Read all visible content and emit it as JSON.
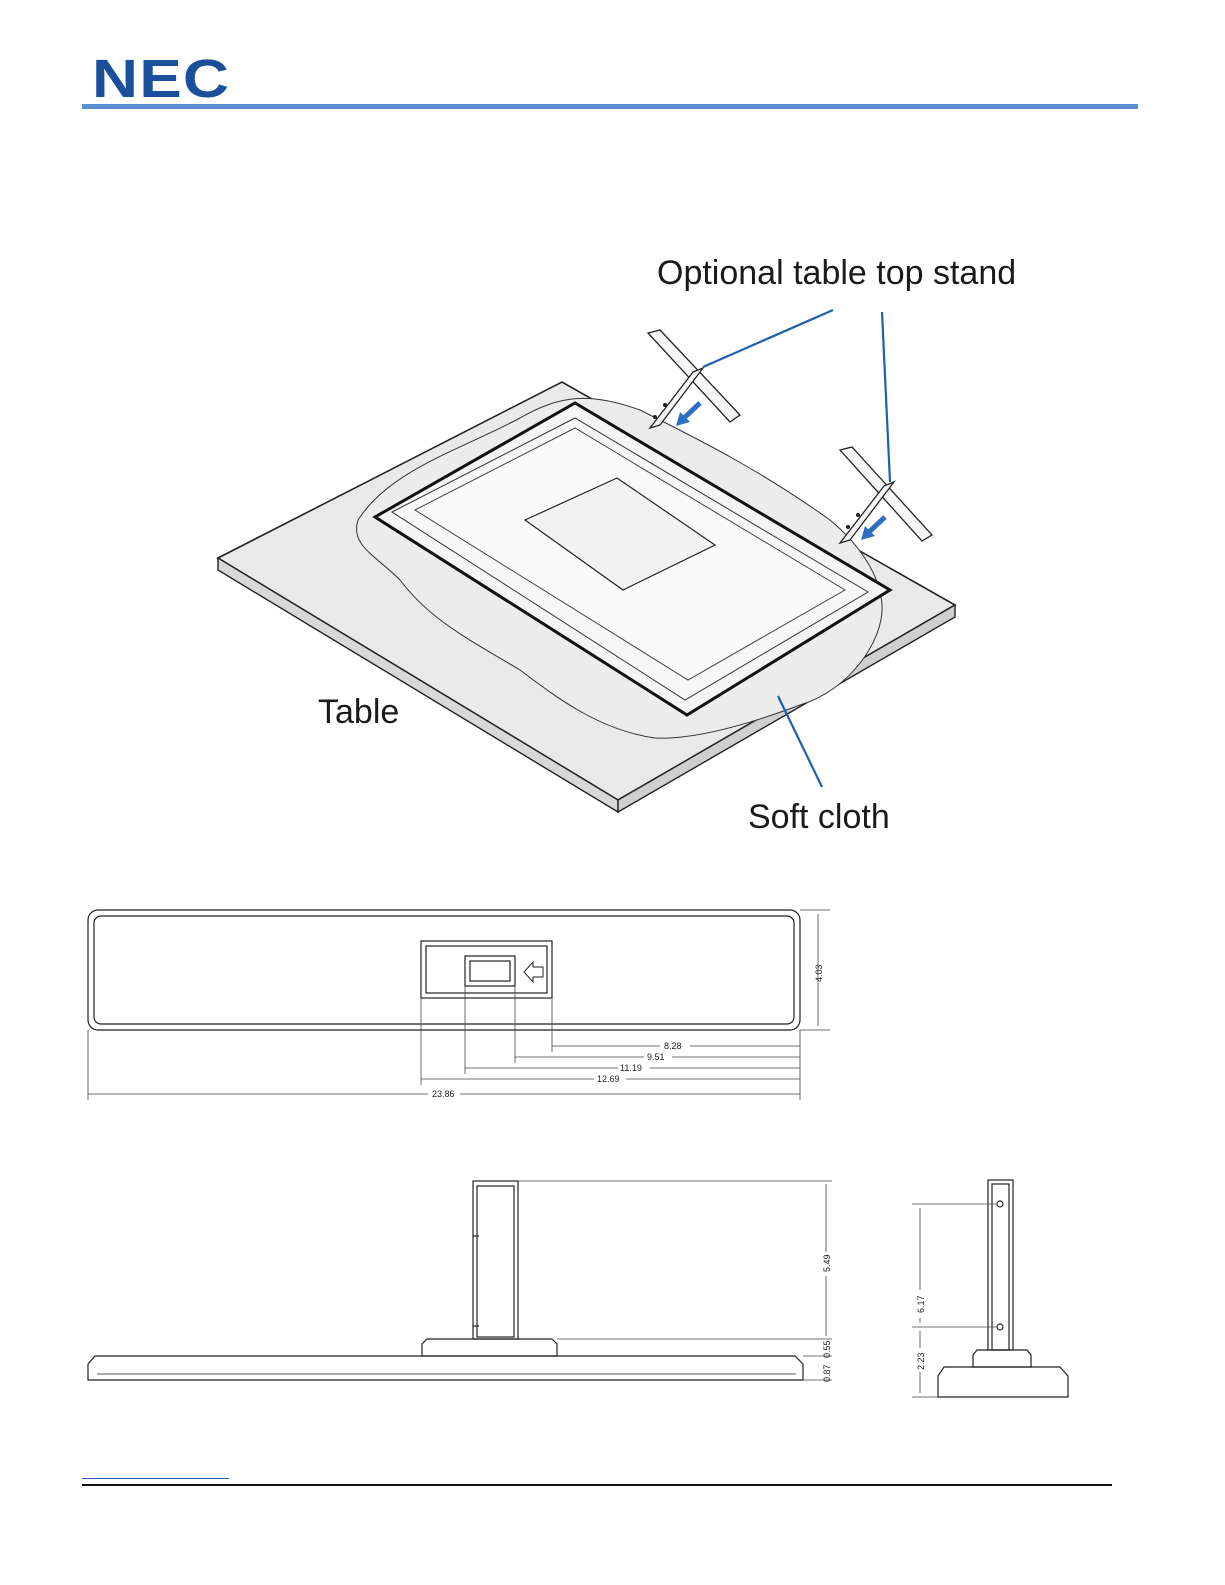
{
  "header": {
    "logo_text": "NEC",
    "brand_color": "#1a4f9c",
    "rule_color": "#5b8fd4"
  },
  "illustration": {
    "labels": {
      "stand": "Optional table top stand",
      "table": "Table",
      "cloth": "Soft cloth"
    },
    "callout_line_color": "#1f5fae",
    "arrow_color": "#2f6fc0"
  },
  "top_view": {
    "dims": {
      "height": "4.03",
      "d1": "8.28",
      "d2": "9.51",
      "d3": "11.19",
      "d4": "12.69",
      "overall": "23.86"
    }
  },
  "front_view": {
    "dims": {
      "upright": "5.49",
      "collar": "0.55",
      "base": "0.87"
    }
  },
  "side_view": {
    "dims": {
      "holes": "6.17",
      "lower": "2.23"
    }
  }
}
